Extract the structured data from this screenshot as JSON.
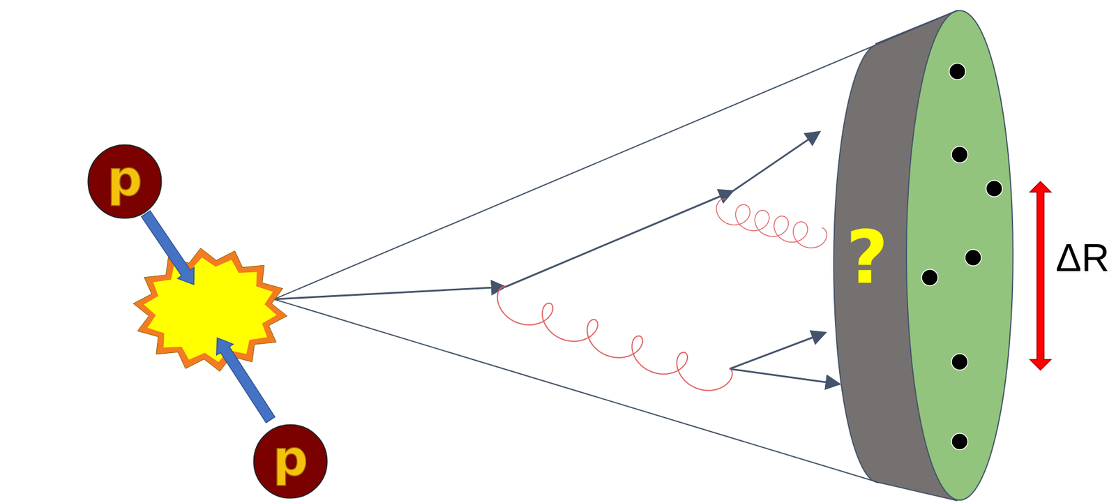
{
  "diagram": {
    "nodes": [
      {
        "text": [
          "p"
        ]
      },
      {
        "text": [
          "p"
        ]
      }
    ],
    "labels": [
      "?",
      "ΔR"
    ]
  }
}
